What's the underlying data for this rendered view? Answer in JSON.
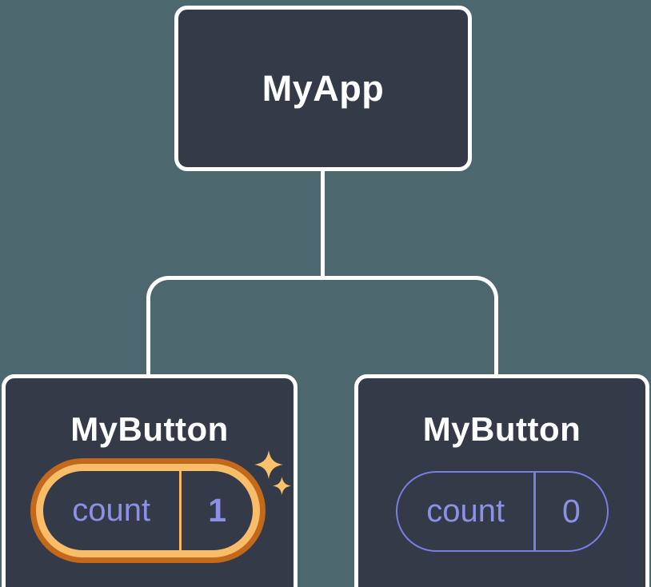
{
  "diagram": {
    "description": "React component tree showing isolated state",
    "root": {
      "label": "MyApp"
    },
    "children": [
      {
        "label": "MyButton",
        "state": {
          "name": "count",
          "value": "1"
        },
        "highlighted": true,
        "sparkles": true
      },
      {
        "label": "MyButton",
        "state": {
          "name": "count",
          "value": "0"
        },
        "highlighted": false,
        "sparkles": false
      }
    ]
  },
  "icons": {
    "sparkle": "four-point-star"
  },
  "colors": {
    "background": "#4d676f",
    "card": "#343a48",
    "border": "#ffffff",
    "node_text": "#ffffff",
    "state_text": "#8c91e8",
    "state_outline": "#787ee2",
    "highlight_gold": "#f9bd69",
    "highlight_dark_orange": "#c2691b",
    "highlight_divider": "#f5b763",
    "sparkle": "#f8c16a"
  }
}
